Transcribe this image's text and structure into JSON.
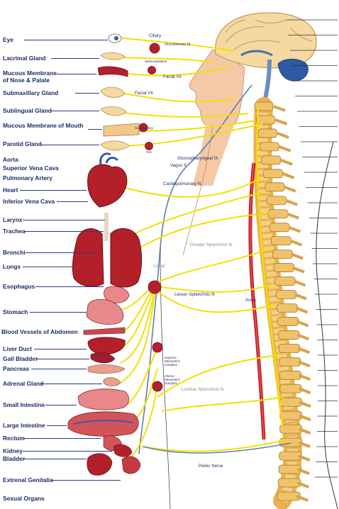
{
  "colors": {
    "nerve": "#f3e000",
    "nerve_dark": "#d9c200",
    "brain": "#f4d9a0",
    "brain_line": "#c49a55",
    "skin": "#f5c9a5",
    "vertebra": "#e9b24e",
    "organ_red": "#b3202a",
    "artery": "#c21f24",
    "vagus": "#5d7fb0",
    "label": "#1a2a6c"
  },
  "labels": {
    "eye": "Eye",
    "lacrimal": "Lacrimal Gland",
    "mucous_nose": "Mucous Membrane of Nose & Palate",
    "submaxillary": "Submaxillary Gland",
    "sublingual": "Sublingual Gland",
    "mucous_mouth": "Mucous Membrane of Mouth",
    "parotid": "Parotid Gland",
    "aorta": "Aorta",
    "svc": "Superior Vena Cava",
    "pulmonary": "Pulmonary Artery",
    "heart": "Heart",
    "ivc": "Inferior Vena Cava",
    "larynx": "Larynx",
    "trachea": "Trachea",
    "bronchi": "Bronchi",
    "lungs": "Lungs",
    "esophagus": "Esophagus",
    "stomach": "Stomach",
    "blood_vessels": "Blood Vessels of Abdomen",
    "liver_duct": "Liver Duct",
    "gall_bladder": "Gall Bladder",
    "pancreas": "Pancreas",
    "adrenal": "Adrenal Gland",
    "small_intestine": "Small Intestine",
    "large_intestine": "Large Intestine",
    "rectum": "Rectum",
    "kidney": "Kidney",
    "bladder": "Bladder",
    "genitalia": "Extrenal Genitalia",
    "sexual_organs": "Sexual Organs"
  },
  "nerve_labels": {
    "ciliary": "Ciliary",
    "oculomotor": "Occulomoter III",
    "sphenopalatine": "Sphenopalatine",
    "facial_vii_a": "Facial VII",
    "facial_vii_b": "Facial VII",
    "submaxillary_ganglion": "Submaxillary",
    "otic": "Otic",
    "glossopharyngeal": "Glossopharyngeal IX",
    "vagus": "Vagus X",
    "cardiopulmonary": "Cardiopulmonary N.",
    "greater_splanchnic": "Greater Splanchnic N.",
    "celiac": "Celiac",
    "lesser_splanchnic": "Lesser Splanchnic N",
    "aorta_spine": "Aorta",
    "superior_mesenteric": "Superior Mesenteric Ganglion",
    "inferior_mesenteric": "Inferior Mesenteric Ganglion",
    "lumbar_splanchnic": "Lumbar Splanchnic N.",
    "pelvic_nerve": "Pelvic Nerve"
  }
}
